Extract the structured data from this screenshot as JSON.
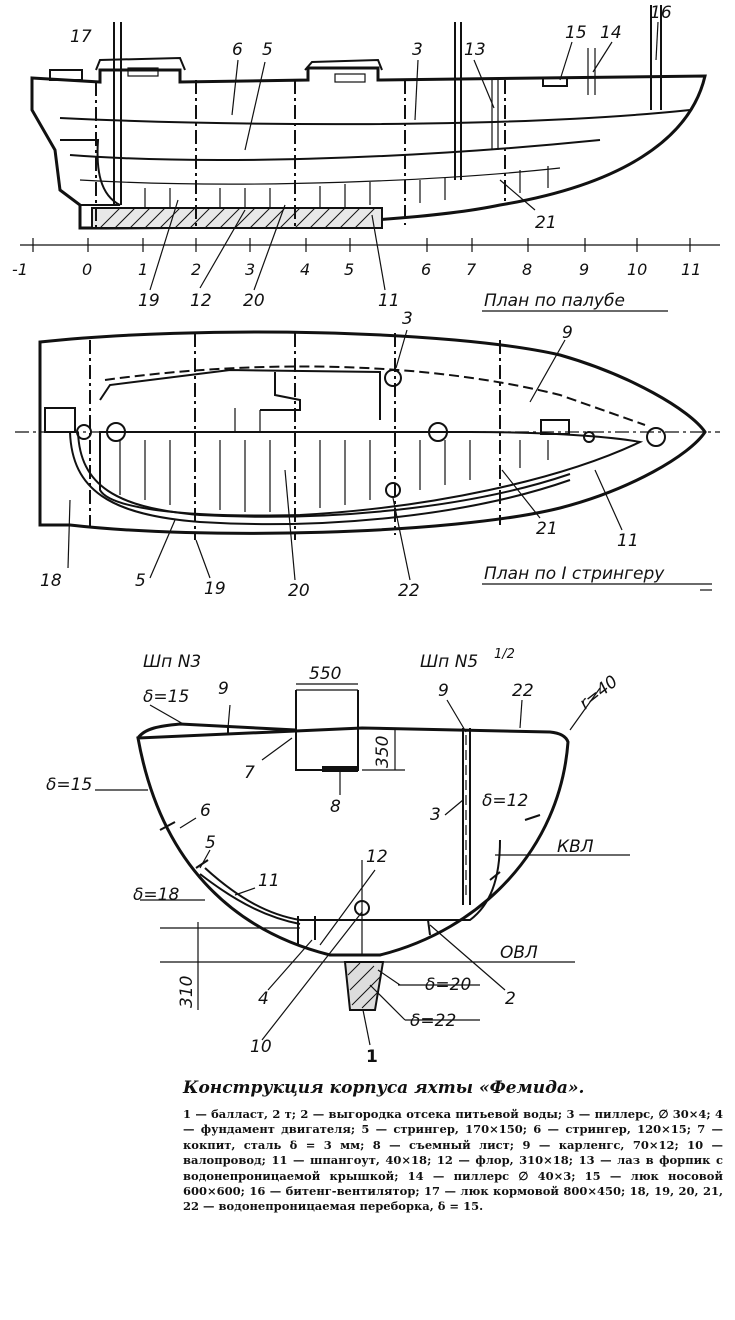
{
  "side_view": {
    "part_labels": [
      "17",
      "6",
      "5",
      "3",
      "13",
      "15",
      "14",
      "16",
      "21",
      "19",
      "12",
      "20",
      "11"
    ],
    "frame_ticks": [
      "-1",
      "0",
      "1",
      "2",
      "3",
      "4",
      "5",
      "6",
      "7",
      "8",
      "9",
      "10",
      "11"
    ]
  },
  "deck_plan": {
    "title": "План по палубе",
    "part_labels": [
      "3",
      "9",
      "21",
      "11",
      "18",
      "5",
      "19",
      "20",
      "22"
    ]
  },
  "stringer_plan": {
    "title": "План по I стрингеру"
  },
  "section": {
    "frame_left": "Шп N3",
    "frame_right": "Шп N5",
    "frame_right_fraction": "1/2",
    "thickness_labels": [
      "δ=15",
      "δ=15",
      "δ=18",
      "δ=12",
      "δ=20",
      "δ=22"
    ],
    "radius_label": "r=40",
    "dim_width": "550",
    "dim_height": "350",
    "dim_depth": "310",
    "waterline_kvl": "КВЛ",
    "waterline_ovl": "ОВЛ",
    "part_labels": [
      "9",
      "7",
      "8",
      "6",
      "5",
      "11",
      "12",
      "4",
      "10",
      "1",
      "2",
      "9",
      "22",
      "3"
    ]
  },
  "caption": {
    "title": "Конструкция корпуса яхты «Фемида».",
    "legend": "1 — балласт, 2 т; 2 — выгородка отсека питьевой воды; 3 — пиллерс, ∅ 30×4; 4 — фундамент двигателя; 5 — стрингер, 170×150; 6 — стрингер, 120×15; 7 — кокпит, сталь δ = 3 мм; 8 — съемный лист; 9 — карленгс, 70×12; 10 — валопровод; 11 — шпангоут, 40×18; 12 — флор, 310×18; 13 — лаз в форпик с водонепроницаемой крышкой; 14 — пиллерс ∅ 40×3; 15 — люк носовой 600×600; 16 — битенг-вентилятор; 17 — люк кормовой 800×450; 18, 19, 20, 21, 22 — водонепроницаемая переборка, δ = 15."
  }
}
